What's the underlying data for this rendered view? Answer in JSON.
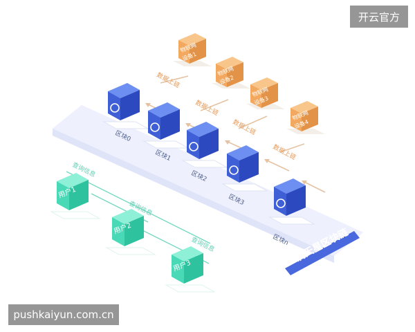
{
  "watermark_top": "开云官方",
  "watermark_bottom": "pushkaiyun.com.cn",
  "platform_title": "满天星区块链",
  "colors": {
    "blue_top": "#6e8ff2",
    "blue_left": "#3f5fd6",
    "blue_right": "#2c49bf",
    "orange_top": "#f8c58a",
    "orange_left": "#f2a95f",
    "orange_right": "#e39347",
    "teal_top": "#8ff0d8",
    "teal_left": "#49d9b6",
    "teal_right": "#2fc29f",
    "platform": "#eef1fd",
    "banner": "#4a68de",
    "arrow": "#e5c3a2",
    "link": "#73d9c0"
  },
  "blocks": [
    {
      "label": "区块0"
    },
    {
      "label": "区块1"
    },
    {
      "label": "区块2"
    },
    {
      "label": "区块3"
    },
    {
      "label": "区块n"
    }
  ],
  "devices": [
    {
      "line1": "物联网",
      "line2": "设备1"
    },
    {
      "line1": "物联网",
      "line2": "设备2"
    },
    {
      "line1": "物联网",
      "line2": "设备3"
    },
    {
      "line1": "物联网",
      "line2": "设备4"
    }
  ],
  "upload_labels": [
    "数据上链",
    "数据上链",
    "数据上链",
    "数据上链"
  ],
  "users": [
    {
      "label": "用户1"
    },
    {
      "label": "用户2"
    },
    {
      "label": "用户3"
    }
  ],
  "sync_labels": [
    "查询信息",
    "查询信息",
    "查询信息"
  ]
}
